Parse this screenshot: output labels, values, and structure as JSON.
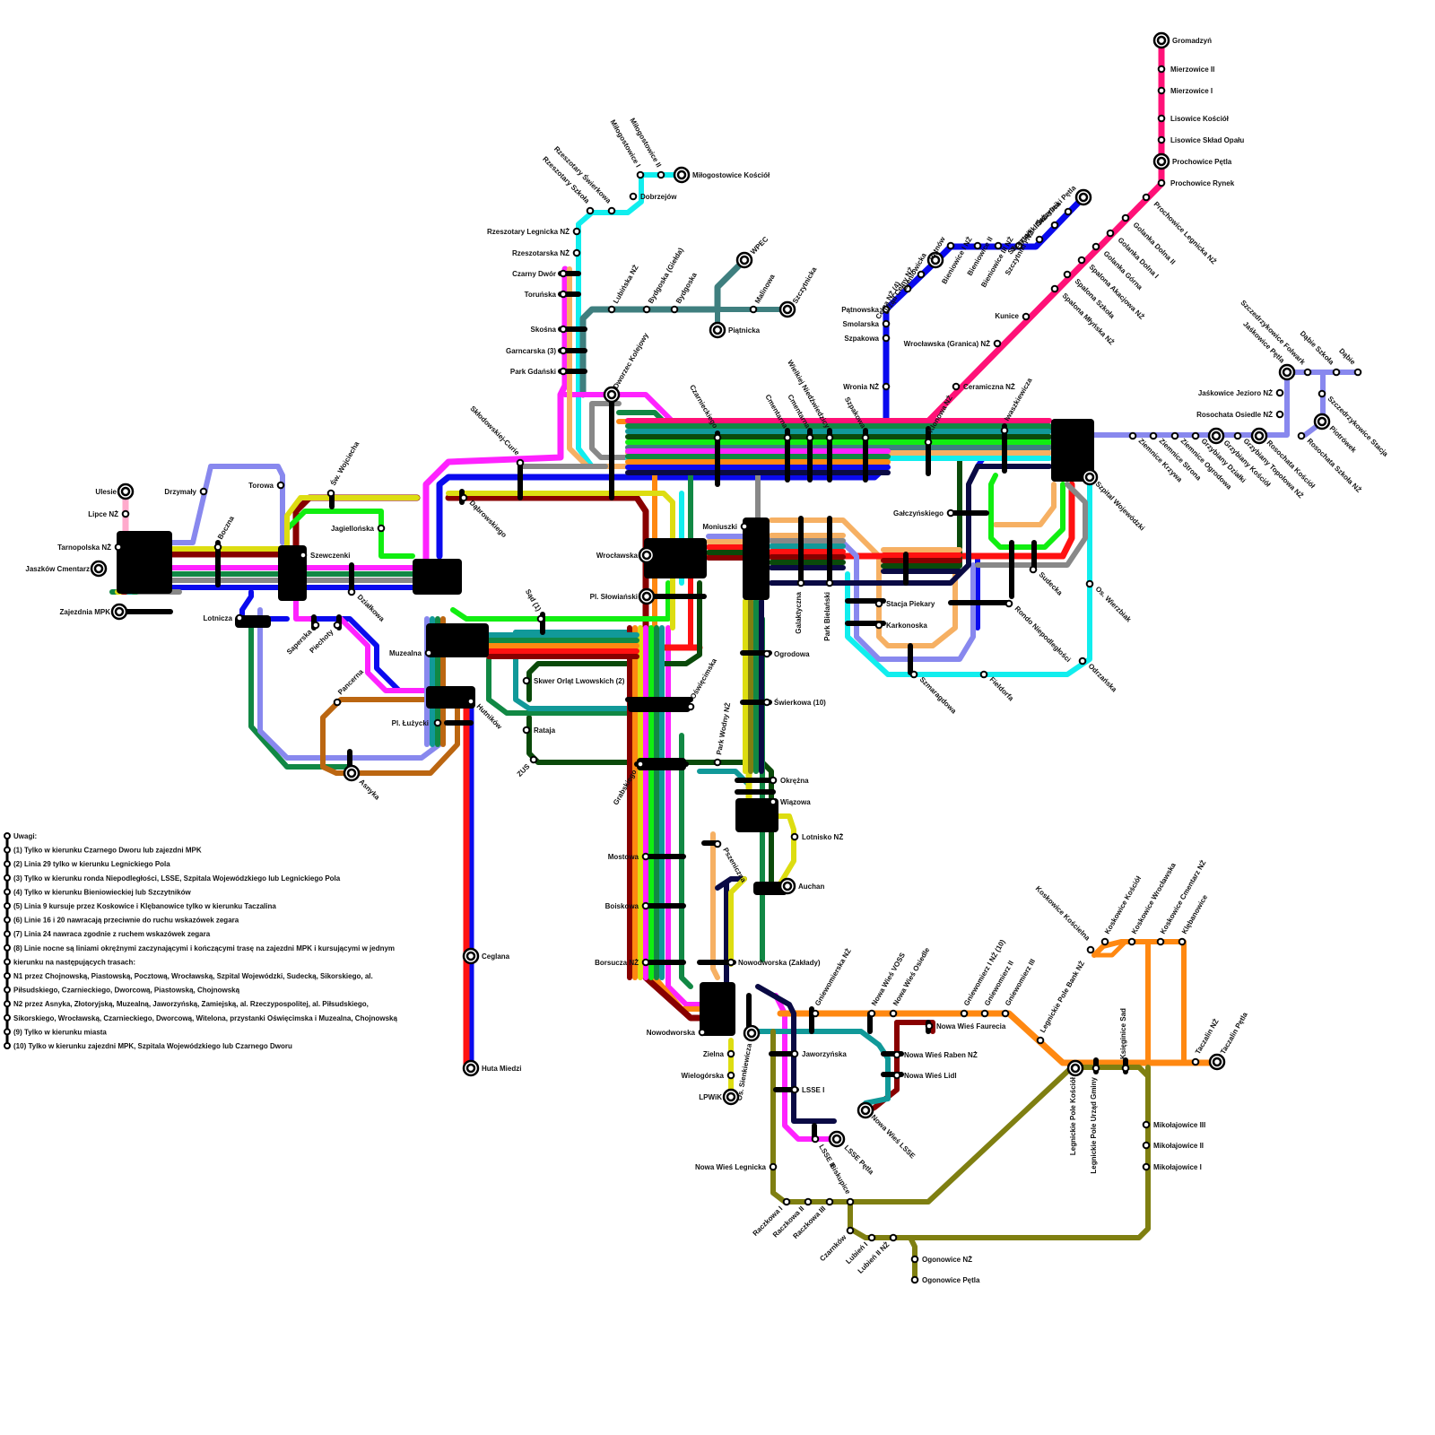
{
  "line_colors": {
    "pink": "#ff1177",
    "blue": "#0a0aee",
    "cyan": "#11eeee",
    "teal_slate": "#3f7f7f",
    "magenta": "#ff22ff",
    "orange": "#ff8811",
    "light_orange": "#f6b063",
    "red": "#ff1111",
    "maroon": "#880000",
    "dark_green": "#0a4a0a",
    "green": "#11ee11",
    "sea_green": "#118844",
    "teal": "#119999",
    "periwinkle": "#8888ee",
    "navy": "#0a0a44",
    "yellow": "#dddd11",
    "olive": "#7f7f11",
    "brown": "#bb6611",
    "gray": "#888888",
    "light_pink": "#ffaacc"
  },
  "stations": [
    {
      "id": "gromadzyn",
      "label": "Gromadzyń"
    },
    {
      "id": "mierzowice2",
      "label": "Mierzowice II"
    },
    {
      "id": "mierzowice1",
      "label": "Mierzowice I"
    },
    {
      "id": "lisowice_k",
      "label": "Lisowice Kościół"
    },
    {
      "id": "lisowice_s",
      "label": "Lisowice Skład Opału"
    },
    {
      "id": "prochowice_p",
      "label": "Prochowice Pętla"
    },
    {
      "id": "prochowice_r",
      "label": "Prochowice Rynek"
    },
    {
      "id": "prochowice_l",
      "label": "Prochowice Legnicka NŻ"
    },
    {
      "id": "golanka_d2",
      "label": "Golanka Dolna II"
    },
    {
      "id": "golanka_d1",
      "label": "Golanka Dolna I"
    },
    {
      "id": "golanka_g",
      "label": "Golanka Górna"
    },
    {
      "id": "spalona_a",
      "label": "Spalona Akacjowa NŻ"
    },
    {
      "id": "spalona_s",
      "label": "Spalona Szkoła"
    },
    {
      "id": "spalona_m",
      "label": "Spalona Młyńska NŻ"
    },
    {
      "id": "kunice",
      "label": "Kunice"
    },
    {
      "id": "wroclawska_g",
      "label": "Wrocławska (Granica) NŻ"
    },
    {
      "id": "ceramiczna",
      "label": "Ceramiczna NŻ"
    },
    {
      "id": "szczytniki_p",
      "label": "Szczytniki Pętla"
    },
    {
      "id": "szczytniki_sw",
      "label": "Szczytniki Świetlica"
    },
    {
      "id": "szczytniki_2",
      "label": "Szczytniki II NŻ"
    },
    {
      "id": "szczytniki_1",
      "label": "Szczytniki I NŻ"
    },
    {
      "id": "bieniowice_3",
      "label": "Bieniowice III NŻ"
    },
    {
      "id": "bieniowice_2",
      "label": "Bieniowice II"
    },
    {
      "id": "bieniowice_1",
      "label": "Bieniowice I NŻ"
    },
    {
      "id": "patnow",
      "label": "Pątnów"
    },
    {
      "id": "bieniowicka",
      "label": "Bieniowicka"
    },
    {
      "id": "urzad_celny",
      "label": "Urząd Celny NŻ"
    },
    {
      "id": "celna",
      "label": "Celna NŻ (4)"
    },
    {
      "id": "patnowska",
      "label": "Pątnowska"
    },
    {
      "id": "smolarska",
      "label": "Smolarska"
    },
    {
      "id": "szpakowa",
      "label": "Szpakowa"
    },
    {
      "id": "wronia",
      "label": "Wronia NŻ"
    },
    {
      "id": "klonowa",
      "label": "Klonowa NŻ"
    },
    {
      "id": "iwaszkiewicza",
      "label": "Iwaszkiewicza"
    },
    {
      "id": "szpakowa2",
      "label": "Szpakowa"
    },
    {
      "id": "wielkiej",
      "label": "Wielkiej Niedźwiedzicy"
    },
    {
      "id": "cmentarna2",
      "label": "Cmentarna"
    },
    {
      "id": "cmentarna",
      "label": "Cmentarna"
    },
    {
      "id": "czarnieckiego",
      "label": "Czarnieckiego"
    },
    {
      "id": "dworzec",
      "label": "Dworzec Kolejowy"
    },
    {
      "id": "milogostowice_k",
      "label": "Miłogostowice Kościół"
    },
    {
      "id": "milogostowice_2",
      "label": "Miłogostowice II"
    },
    {
      "id": "milogostowice_1",
      "label": "Miłogostowice I"
    },
    {
      "id": "dobrzejow",
      "label": "Dobrzejów"
    },
    {
      "id": "rzeszotary_sw",
      "label": "Rzeszotary Świerkowa"
    },
    {
      "id": "rzeszotary_sz",
      "label": "Rzeszotary Szkoła"
    },
    {
      "id": "rzeszotary_l",
      "label": "Rzeszotary Legnicka NŻ"
    },
    {
      "id": "rzeszotarska",
      "label": "Rzeszotarska NŻ"
    },
    {
      "id": "czarny_dwor",
      "label": "Czarny Dwór"
    },
    {
      "id": "torunska",
      "label": "Toruńska"
    },
    {
      "id": "skosna",
      "label": "Skośna"
    },
    {
      "id": "garncarska",
      "label": "Garncarska (3)"
    },
    {
      "id": "park_gdanski",
      "label": "Park Gdański"
    },
    {
      "id": "lubinska",
      "label": "Lubińska NŻ"
    },
    {
      "id": "bydgoska_g",
      "label": "Bydgoska (Giełda)"
    },
    {
      "id": "bydgoska",
      "label": "Bydgoska"
    },
    {
      "id": "wpec",
      "label": "WPEC"
    },
    {
      "id": "malinowa",
      "label": "Malinowa"
    },
    {
      "id": "szczytnicka",
      "label": "Szczytnicka"
    },
    {
      "id": "piatnicka",
      "label": "Piątnicka"
    },
    {
      "id": "sklodowskiej",
      "label": "Skłodowskiej-Curie"
    },
    {
      "id": "dabrowskiego",
      "label": "Dąbrowskiego"
    },
    {
      "id": "ulesie",
      "label": "Ulesie"
    },
    {
      "id": "lipce",
      "label": "Lipce NŻ"
    },
    {
      "id": "tarnopolska",
      "label": "Tarnopolska NŻ"
    },
    {
      "id": "jaszkow",
      "label": "Jaszków Cmentarz"
    },
    {
      "id": "zajezdnia",
      "label": "Zajezdnia MPK"
    },
    {
      "id": "drzymaly",
      "label": "Drzymały"
    },
    {
      "id": "torowa",
      "label": "Torowa"
    },
    {
      "id": "boczna",
      "label": "Boczna"
    },
    {
      "id": "sw_wojciecha",
      "label": "Św. Wojciecha"
    },
    {
      "id": "jagiellonska",
      "label": "Jagiellońska"
    },
    {
      "id": "szewczenki",
      "label": "Szewczenki"
    },
    {
      "id": "dzialkowa",
      "label": "Działkowa"
    },
    {
      "id": "lotnicza",
      "label": "Lotnicza"
    },
    {
      "id": "saperska",
      "label": "Saperska"
    },
    {
      "id": "piechoty",
      "label": "Piechoty"
    },
    {
      "id": "pancerna",
      "label": "Pancerna"
    },
    {
      "id": "asnyka",
      "label": "Asnyka"
    },
    {
      "id": "muzealna",
      "label": "Muzealna"
    },
    {
      "id": "pl_luzycki",
      "label": "Pl. Łużycki"
    },
    {
      "id": "hutnikow",
      "label": "Hutników"
    },
    {
      "id": "ceglana",
      "label": "Ceglana"
    },
    {
      "id": "huta_miedzi",
      "label": "Huta Miedzi"
    },
    {
      "id": "sad",
      "label": "Sąd (1)"
    },
    {
      "id": "skwer",
      "label": "Skwer Orląt Lwowskich (2)"
    },
    {
      "id": "rataja",
      "label": "Rataja"
    },
    {
      "id": "zus",
      "label": "ZUS"
    },
    {
      "id": "wroclawska",
      "label": "Wrocławska"
    },
    {
      "id": "pl_slowianski",
      "label": "Pl. Słowiański"
    },
    {
      "id": "oswiecimska",
      "label": "Oświęcimska"
    },
    {
      "id": "grabskiego",
      "label": "Grabskiego"
    },
    {
      "id": "park_wodny",
      "label": "Park Wodny NŻ"
    },
    {
      "id": "mostowa",
      "label": "Mostowa"
    },
    {
      "id": "boiskowa",
      "label": "Boiskowa"
    },
    {
      "id": "borsucza",
      "label": "Borsucza NŻ"
    },
    {
      "id": "nowodworska",
      "label": "Nowodworska"
    },
    {
      "id": "moniuszki",
      "label": "Moniuszki"
    },
    {
      "id": "ogrodowa",
      "label": "Ogrodowa"
    },
    {
      "id": "swierkowa",
      "label": "Świerkowa (10)"
    },
    {
      "id": "okrezna",
      "label": "Okrężna"
    },
    {
      "id": "wiazowa",
      "label": "Wiązowa"
    },
    {
      "id": "lotnisko",
      "label": "Lotnisko NŻ"
    },
    {
      "id": "auchan",
      "label": "Auchan"
    },
    {
      "id": "pszeniczna",
      "label": "Pszeniczna"
    },
    {
      "id": "nowodworska_z",
      "label": "Nowodworska (Zakłady)"
    },
    {
      "id": "zielna",
      "label": "Zielna"
    },
    {
      "id": "wielogorska",
      "label": "Wielogórska"
    },
    {
      "id": "lpwik",
      "label": "LPWiK"
    },
    {
      "id": "os_sienkiewicza",
      "label": "Os. Sienkiewicza"
    },
    {
      "id": "jaworzynska",
      "label": "Jaworzyńska"
    },
    {
      "id": "lsse1",
      "label": "LSSE I"
    },
    {
      "id": "lsse2",
      "label": "LSSE II"
    },
    {
      "id": "lsse_petla",
      "label": "LSSE Pętla"
    },
    {
      "id": "nowa_wies_legnicka",
      "label": "Nowa Wieś Legnicka"
    },
    {
      "id": "raczkowa1",
      "label": "Raczkowa I"
    },
    {
      "id": "raczkowa2",
      "label": "Raczkowa II"
    },
    {
      "id": "raczkowa3",
      "label": "Raczkowa III"
    },
    {
      "id": "biskupice",
      "label": "Biskupice"
    },
    {
      "id": "czarnkow",
      "label": "Czarnków"
    },
    {
      "id": "lubien1",
      "label": "Lubień I"
    },
    {
      "id": "lubien2",
      "label": "Lubień II NŻ"
    },
    {
      "id": "ogonowice_nz",
      "label": "Ogonowice NŻ"
    },
    {
      "id": "ogonowice_p",
      "label": "Ogonowice Pętla"
    },
    {
      "id": "gniewomierska",
      "label": "Gniewomierska NŻ"
    },
    {
      "id": "nw_voss",
      "label": "Nowa Wieś VOSS"
    },
    {
      "id": "nw_osiedle",
      "label": "Nowa Wieś Osiedle"
    },
    {
      "id": "nw_faurecia",
      "label": "Nowa Wieś Faurecia"
    },
    {
      "id": "nw_raben",
      "label": "Nowa Wieś Raben NŻ"
    },
    {
      "id": "nw_lidl",
      "label": "Nowa Wieś Lidl"
    },
    {
      "id": "nw_lsse",
      "label": "Nowa Wieś LSSE"
    },
    {
      "id": "gniewomierz1",
      "label": "Gniewomierz I NŻ (10)"
    },
    {
      "id": "gniewomierz2",
      "label": "Gniewomierz II"
    },
    {
      "id": "gniewomierz3",
      "label": "Gniewomierz III"
    },
    {
      "id": "lp_bank",
      "label": "Legnickie Pole Bank NŻ"
    },
    {
      "id": "lp_kosciol",
      "label": "Legnickie Pole Kościół"
    },
    {
      "id": "lp_urzad",
      "label": "Legnickie Pole Urząd Gminy"
    },
    {
      "id": "ksiegnice",
      "label": "Księginice Sad"
    },
    {
      "id": "taczalin_nz",
      "label": "Taczalin NŻ"
    },
    {
      "id": "taczalin_p",
      "label": "Taczalin Pętla"
    },
    {
      "id": "koskowice_k",
      "label": "Koskowice Kościelna"
    },
    {
      "id": "koskowice_ko",
      "label": "Koskowice Kościół"
    },
    {
      "id": "koskowice_w",
      "label": "Koskowice Wrocławska"
    },
    {
      "id": "koskowice_c",
      "label": "Koskowice Cmentarz NŻ"
    },
    {
      "id": "klebanowice",
      "label": "Klębanowice"
    },
    {
      "id": "mikolajowice3",
      "label": "Mikołajowice III"
    },
    {
      "id": "mikolajowice2",
      "label": "Mikołajowice II"
    },
    {
      "id": "mikolajowice1",
      "label": "Mikołajowice I"
    },
    {
      "id": "galaktyczna",
      "label": "Galaktyczna"
    },
    {
      "id": "park_bielanski",
      "label": "Park Bielański"
    },
    {
      "id": "stacja_piekary",
      "label": "Stacja Piekary"
    },
    {
      "id": "karkonoska",
      "label": "Karkonoska"
    },
    {
      "id": "szmaragdowa",
      "label": "Szmaragdowa"
    },
    {
      "id": "fieldorfa",
      "label": "Fieldorfa"
    },
    {
      "id": "odrzanska",
      "label": "Odrzańska"
    },
    {
      "id": "os_wierzbiak",
      "label": "Os. Wierzbiak"
    },
    {
      "id": "rondo",
      "label": "Rondo Niepodległości"
    },
    {
      "id": "sudecka",
      "label": "Sudecka"
    },
    {
      "id": "galczynskiego",
      "label": "Gałczyńskiego"
    },
    {
      "id": "szpital",
      "label": "Szpital Wojewódzki"
    },
    {
      "id": "ziemnice_k",
      "label": "Ziemnice Krzywa"
    },
    {
      "id": "ziemnice_s",
      "label": "Ziemnice Strona"
    },
    {
      "id": "ziemnice_o",
      "label": "Ziemnice Ogrodowa"
    },
    {
      "id": "grzybiany_d",
      "label": "Grzybiany Działki"
    },
    {
      "id": "grzybiany_k",
      "label": "Grzybiany Kościół"
    },
    {
      "id": "grzybiany_t",
      "label": "Grzybiany Topolowa NŻ"
    },
    {
      "id": "rosochata_k",
      "label": "Rosochata Kościół"
    },
    {
      "id": "rosochata_sz",
      "label": "Rosochata Szkoła NŻ"
    },
    {
      "id": "rosochata_o",
      "label": "Rosochata Osiedle NŻ"
    },
    {
      "id": "jaskowice_j",
      "label": "Jaśkowice Jezioro NŻ"
    },
    {
      "id": "jaskowice_p",
      "label": "Jaśkowice Pętla"
    },
    {
      "id": "szczedrzykowice_f",
      "label": "Szczedrzykowice Folwark"
    },
    {
      "id": "dabie_sz",
      "label": "Dąbie Szkoła"
    },
    {
      "id": "dabie",
      "label": "Dąbie"
    },
    {
      "id": "szczedrzykowice_s",
      "label": "Szczedrzykowice Stacja"
    },
    {
      "id": "piotrowek",
      "label": "Piotrówek"
    }
  ],
  "notes": [
    "Uwagi:",
    "(1) Tylko w kierunku Czarnego Dworu lub zajezdni MPK",
    "(2) Linia 29 tylko w kierunku Legnickiego Pola",
    "(3) Tylko w kierunku ronda Niepodległości, LSSE, Szpitala Wojewódzkiego lub Legnickiego Pola",
    "(4) Tylko w kierunku Bieniowieckiej lub Szczytników",
    "(5) Linia 9 kursuje przez Koskowice i Klębanowice tylko w kierunku Taczalina",
    "(6) Linie 16 i 20 nawracają przeciwnie do ruchu wskazówek zegara",
    "(7) Linia 24 nawraca zgodnie z ruchem wskazówek zegara",
    "(8) Linie nocne są liniami okrężnymi zaczynającymi i kończącymi trasę na zajezdni MPK i kursującymi w jednym",
    "kierunku na następujących trasach:",
    "N1 przez Chojnowską, Piastowską, Pocztową, Wrocławską, Szpital Wojewódzki, Sudecką, Sikorskiego, al.",
    "Piłsudskiego, Czarnieckiego, Dworcową, Piastowską, Chojnowską",
    "N2 przez Asnyka, Złotoryjską, Muzealną, Jaworzyńską, Zamiejską, al. Rzeczypospolitej, al. Piłsudskiego,",
    "Sikorskiego, Wrocławską, Czarnieckiego, Dworcową, Witelona, przystanki Oświęcimska i Muzealna, Chojnowską",
    "(9) Tylko w kierunku miasta",
    "(10) Tylko w kierunku zajezdni MPK, Szpitala Wojewódzkiego lub Czarnego Dworu"
  ]
}
